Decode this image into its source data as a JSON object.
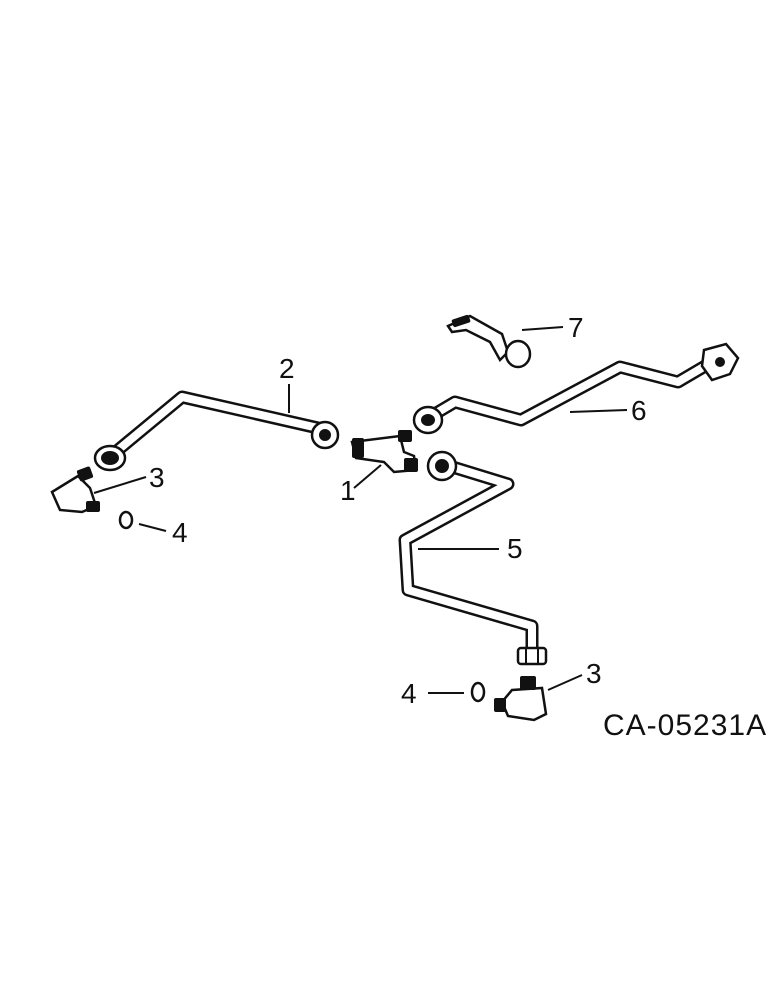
{
  "diagram": {
    "drawing_code": "CA-05231A",
    "callouts": {
      "c1": "1",
      "c2": "2",
      "c3a": "3",
      "c3b": "3",
      "c4a": "4",
      "c4b": "4",
      "c5": "5",
      "c6": "6",
      "c7": "7"
    }
  }
}
